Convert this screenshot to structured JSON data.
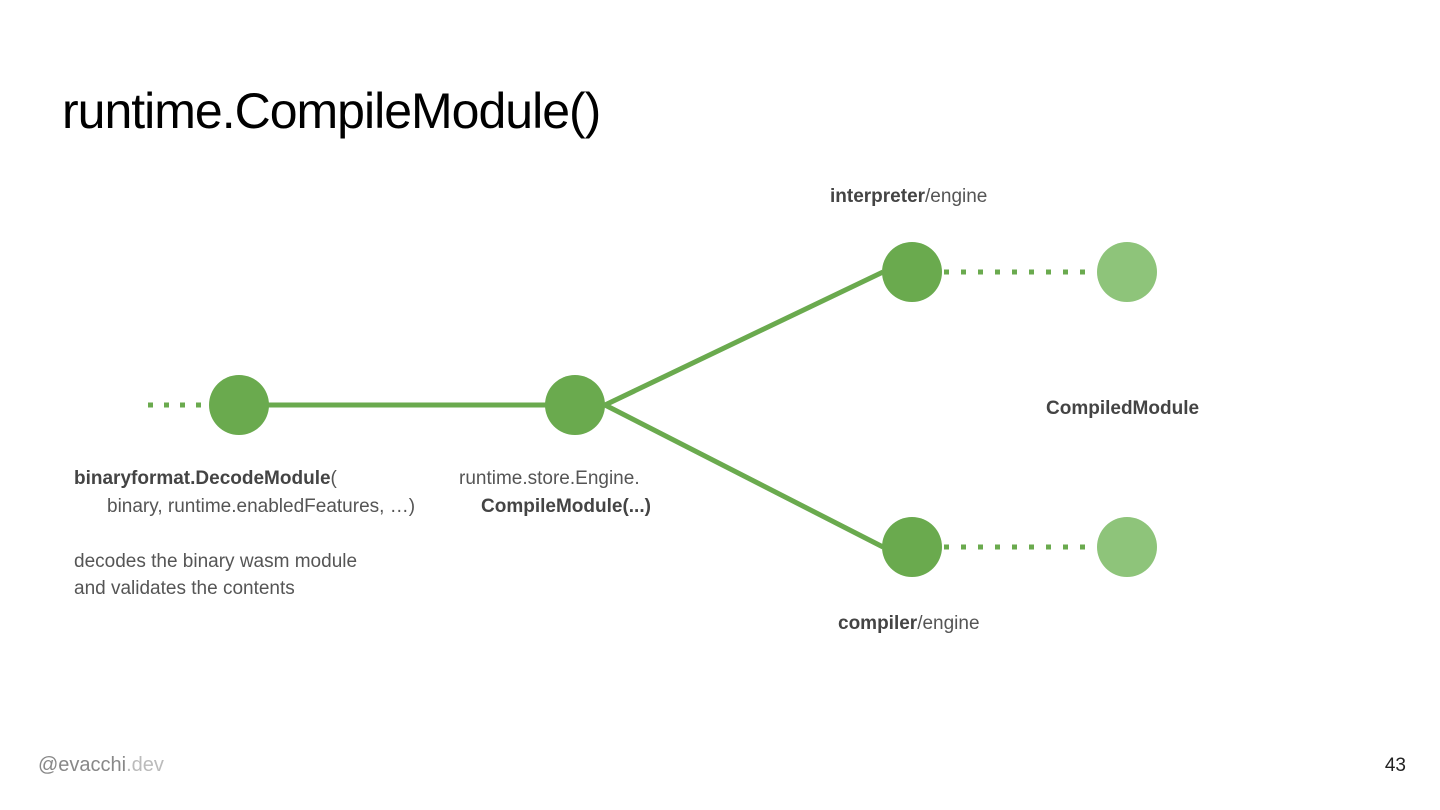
{
  "slide": {
    "title": "runtime.CompileModule()",
    "page_number": "43",
    "footer": {
      "handle_main": "@evacchi",
      "handle_suffix": ".dev"
    }
  },
  "colors": {
    "node": "#6aaa4e",
    "node_light": "#8ec47a",
    "edge": "#6aaa4e"
  },
  "labels": {
    "decode": {
      "fn_bold": "binaryformat.DecodeModule",
      "fn_paren": "(",
      "args": "binary, runtime.enabledFeatures, …)",
      "desc_line1": "decodes the binary wasm module",
      "desc_line2": "and validates the contents"
    },
    "compile": {
      "line1": "runtime.store.Engine.",
      "line2": "CompileModule(...)"
    },
    "interpreter": {
      "bold": "interpreter",
      "rest": "/engine"
    },
    "compiler": {
      "bold": "compiler",
      "rest": "/engine"
    },
    "compiled_module": "CompiledModule"
  }
}
